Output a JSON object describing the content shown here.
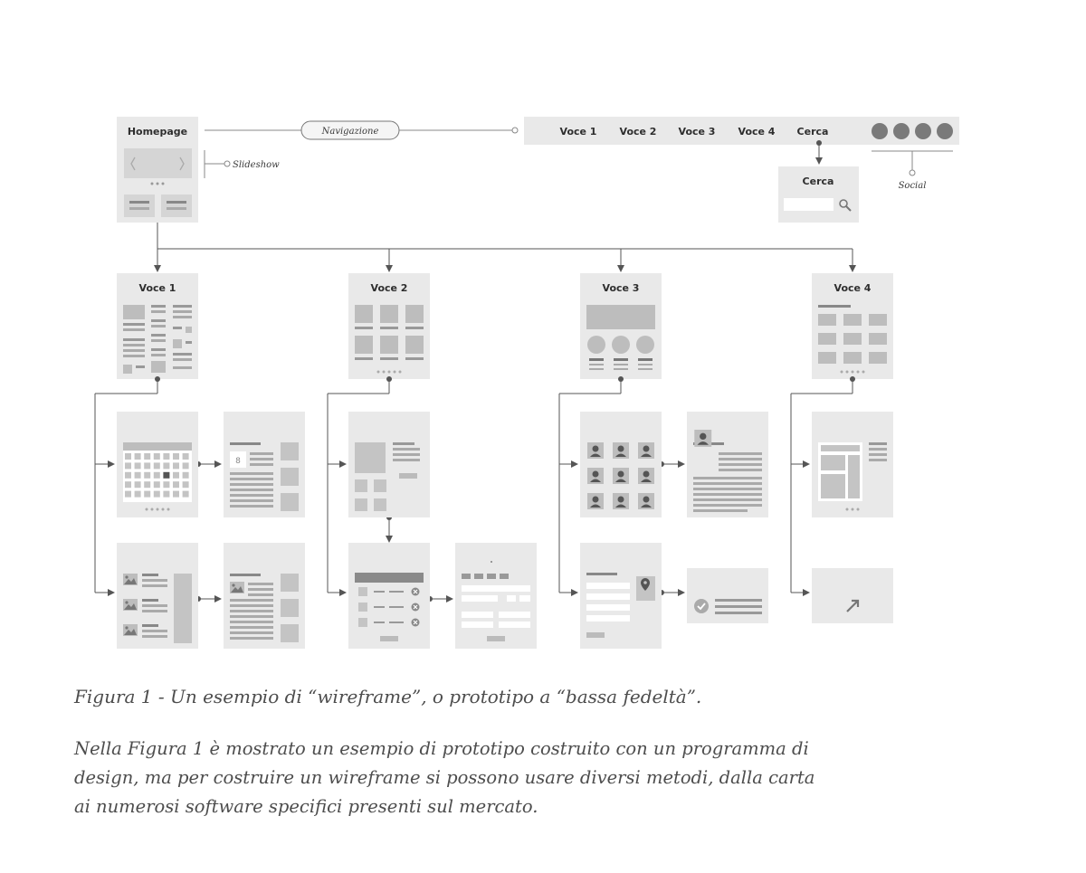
{
  "diagram": {
    "homepage_title": "Homepage",
    "navigation_label": "Navigazione",
    "slideshow_label": "Slideshow",
    "social_label": "Social",
    "nav_items": [
      "Voce 1",
      "Voce 2",
      "Voce 3",
      "Voce 4",
      "Cerca"
    ],
    "search_box_title": "Cerca",
    "section_titles": [
      "Voce 1",
      "Voce 2",
      "Voce 3",
      "Voce 4"
    ],
    "date_badge": "8"
  },
  "caption": "Figura 1 - Un esempio di “wireframe”, o prototipo a “bassa fedeltà”.",
  "body_text": "Nella Figura 1 è mostrato un esempio di prototipo costruito con un programma di design, ma per costruire un wireframe si possono usare diversi metodi, dalla carta ai numerosi software specifici presenti sul mercato."
}
